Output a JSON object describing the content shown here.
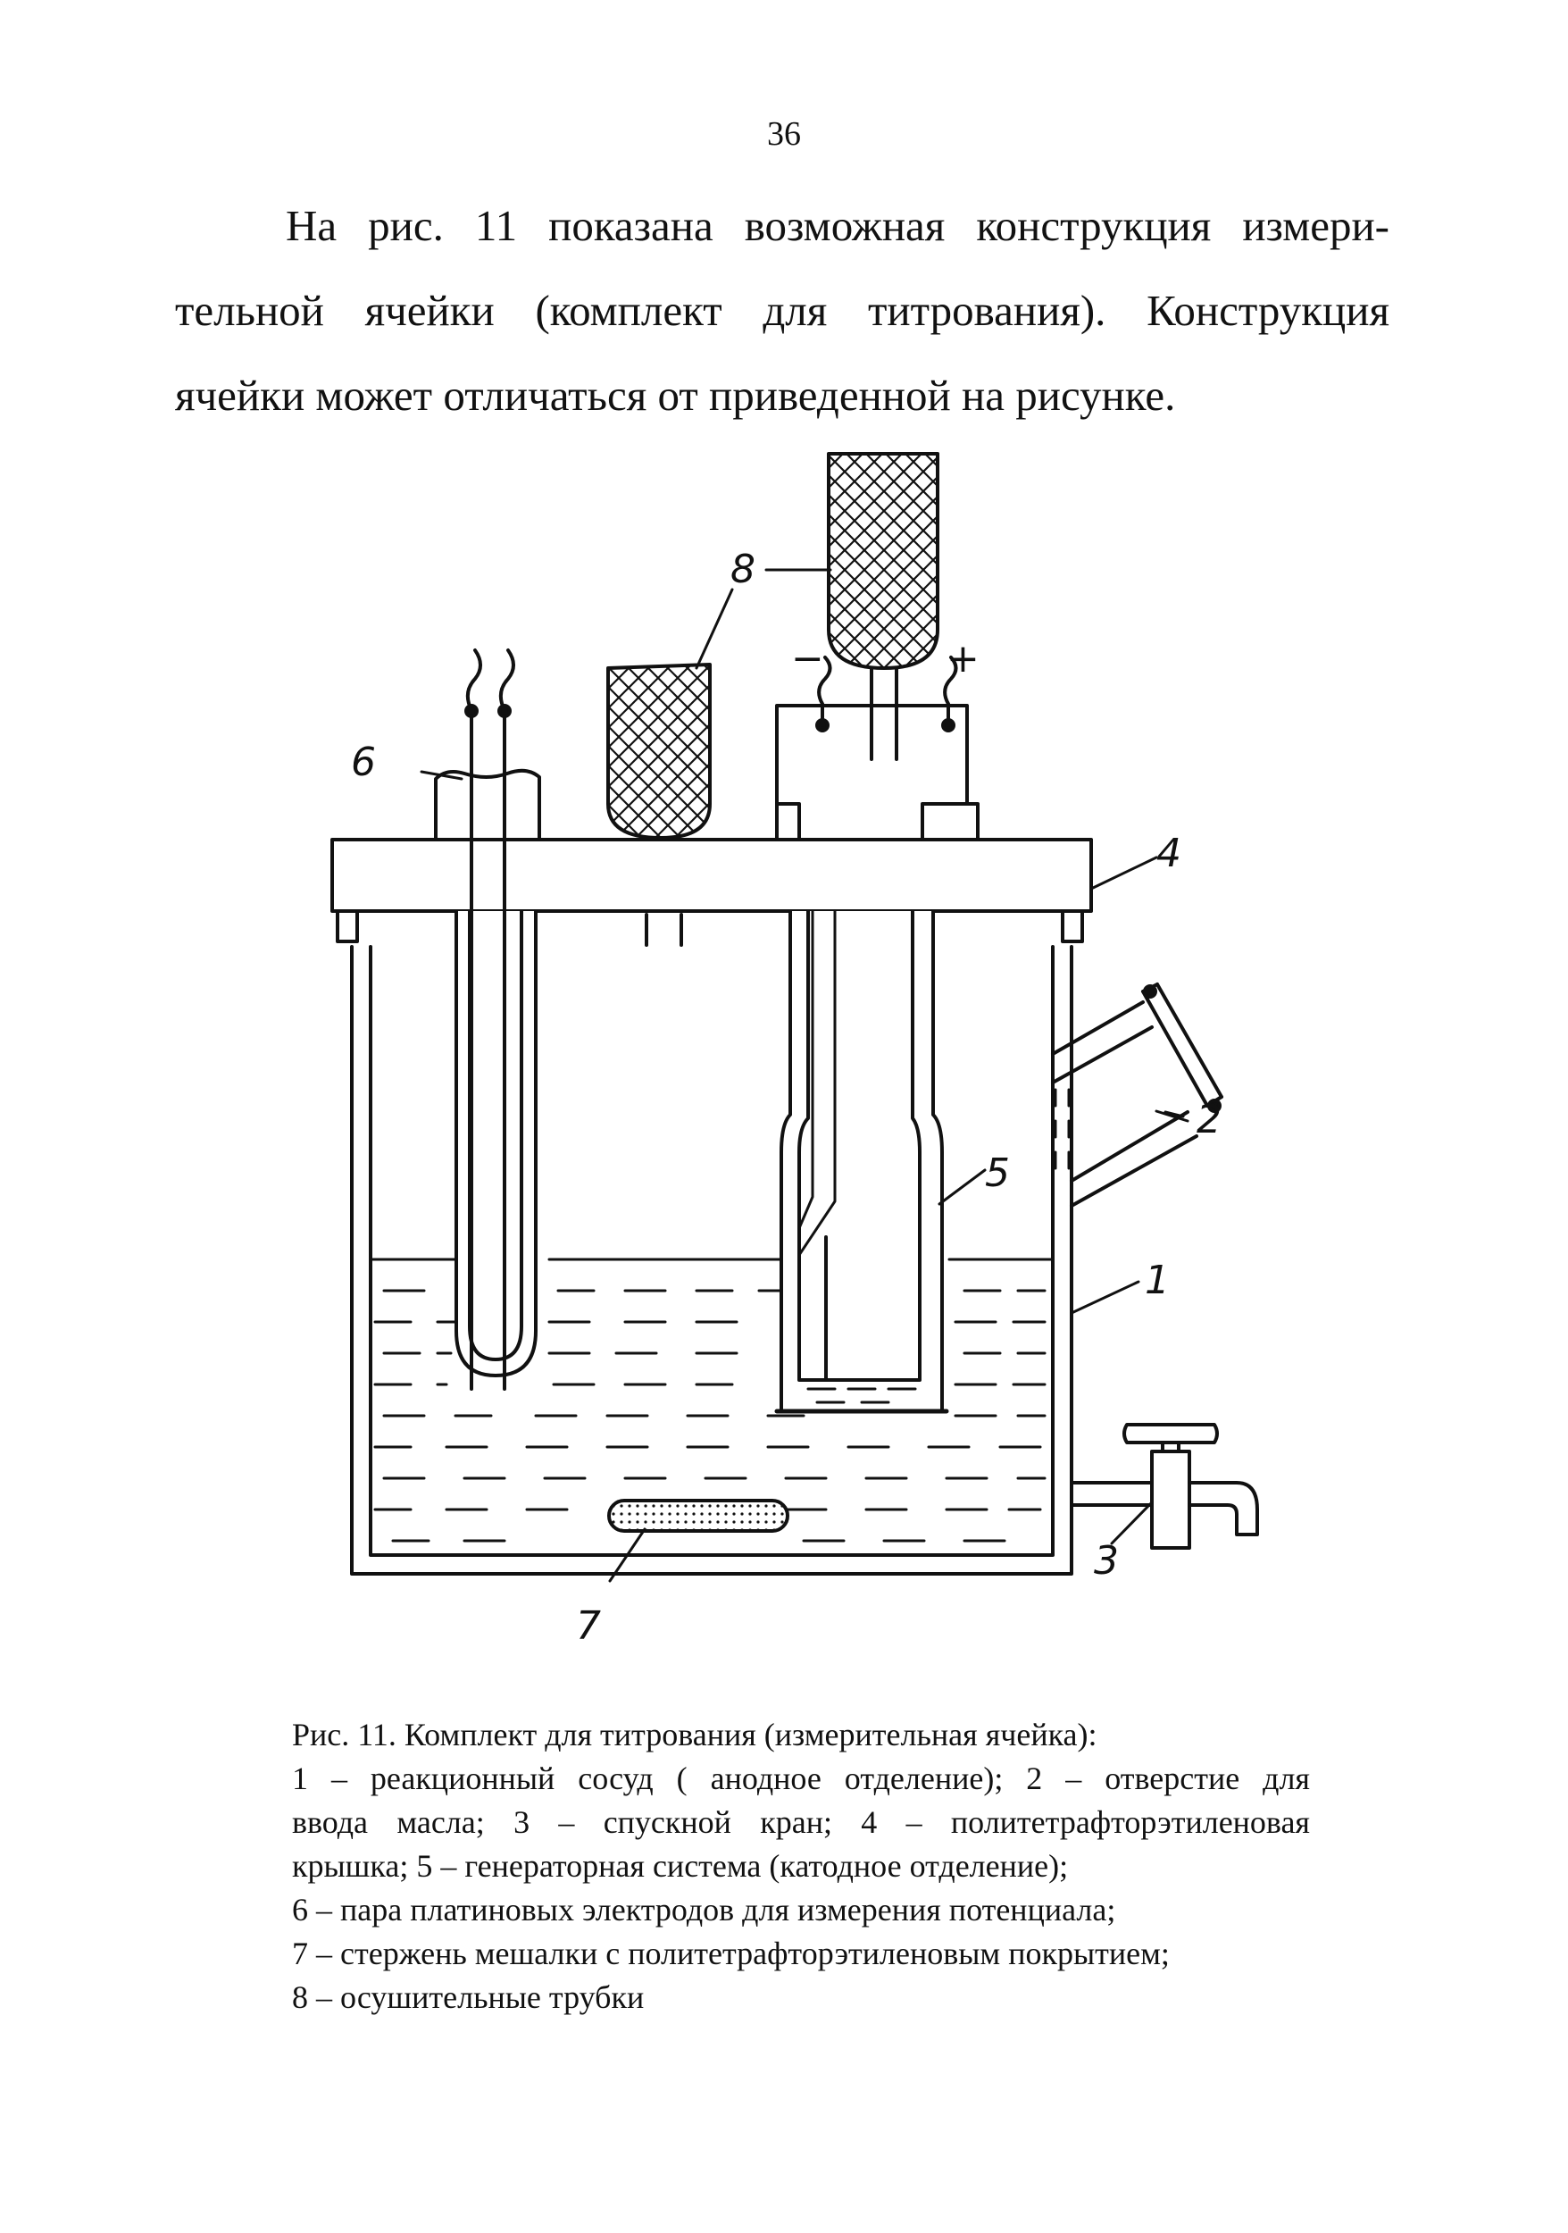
{
  "page": {
    "number": "36"
  },
  "intro": {
    "lines": [
      "На рис. 11 показана возможная конструкция измери-",
      "тельной ячейки (комплект для титрования). Конструкция",
      "ячейки может отличаться от приведенной на рисунке."
    ]
  },
  "figure": {
    "labels": {
      "vessel": "1",
      "oil_inlet": "2",
      "drain_tap": "3",
      "lid": "4",
      "generator": "5",
      "electrodes": "6",
      "stirrer": "7",
      "drying_tubes": "8",
      "minus": "−",
      "plus": "+"
    }
  },
  "caption": {
    "lines": [
      "Рис. 11. Комплект для титрования (измерительная ячейка):",
      "1 – реакционный сосуд ( анодное отделение); 2 – отверстие для",
      "ввода масла; 3 – спускной кран; 4 – политетрафторэтиленовая",
      "крышка; 5 – генераторная система (катодное отделение);",
      "6 – пара платиновых электродов для измерения потенциала;",
      "7 – стержень мешалки с политетрафторэтиленовым покрытием;",
      "8 – осушительные трубки"
    ]
  }
}
